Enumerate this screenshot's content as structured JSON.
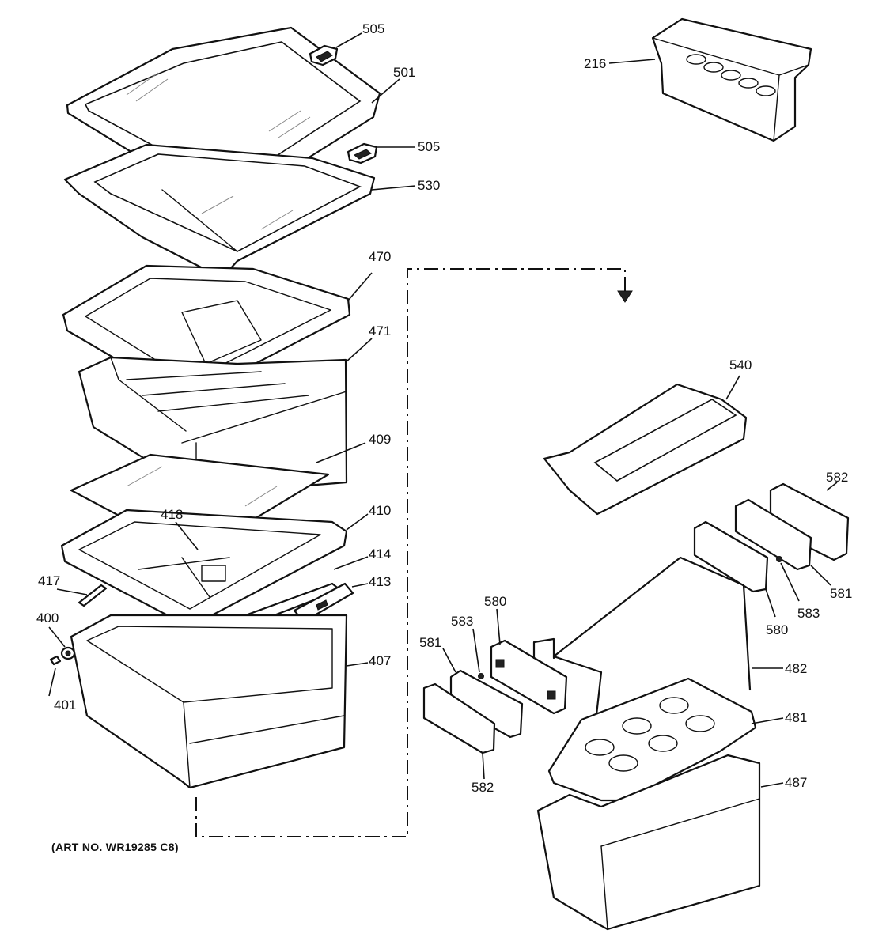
{
  "art_number": "(ART NO. WR19285 C8)",
  "callouts": {
    "c505a": "505",
    "c501": "501",
    "c505b": "505",
    "c530": "530",
    "c216": "216",
    "c470": "470",
    "c471": "471",
    "c409": "409",
    "c418": "418",
    "c410": "410",
    "c414": "414",
    "c417": "417",
    "c413": "413",
    "c400": "400",
    "c401": "401",
    "c407": "407",
    "c540": "540",
    "c582a": "582",
    "c581a": "581",
    "c583a": "583",
    "c580a": "580",
    "c580b": "580",
    "c583b": "583",
    "c581b": "581",
    "c482": "482",
    "c481": "481",
    "c582b": "582",
    "c487": "487"
  }
}
